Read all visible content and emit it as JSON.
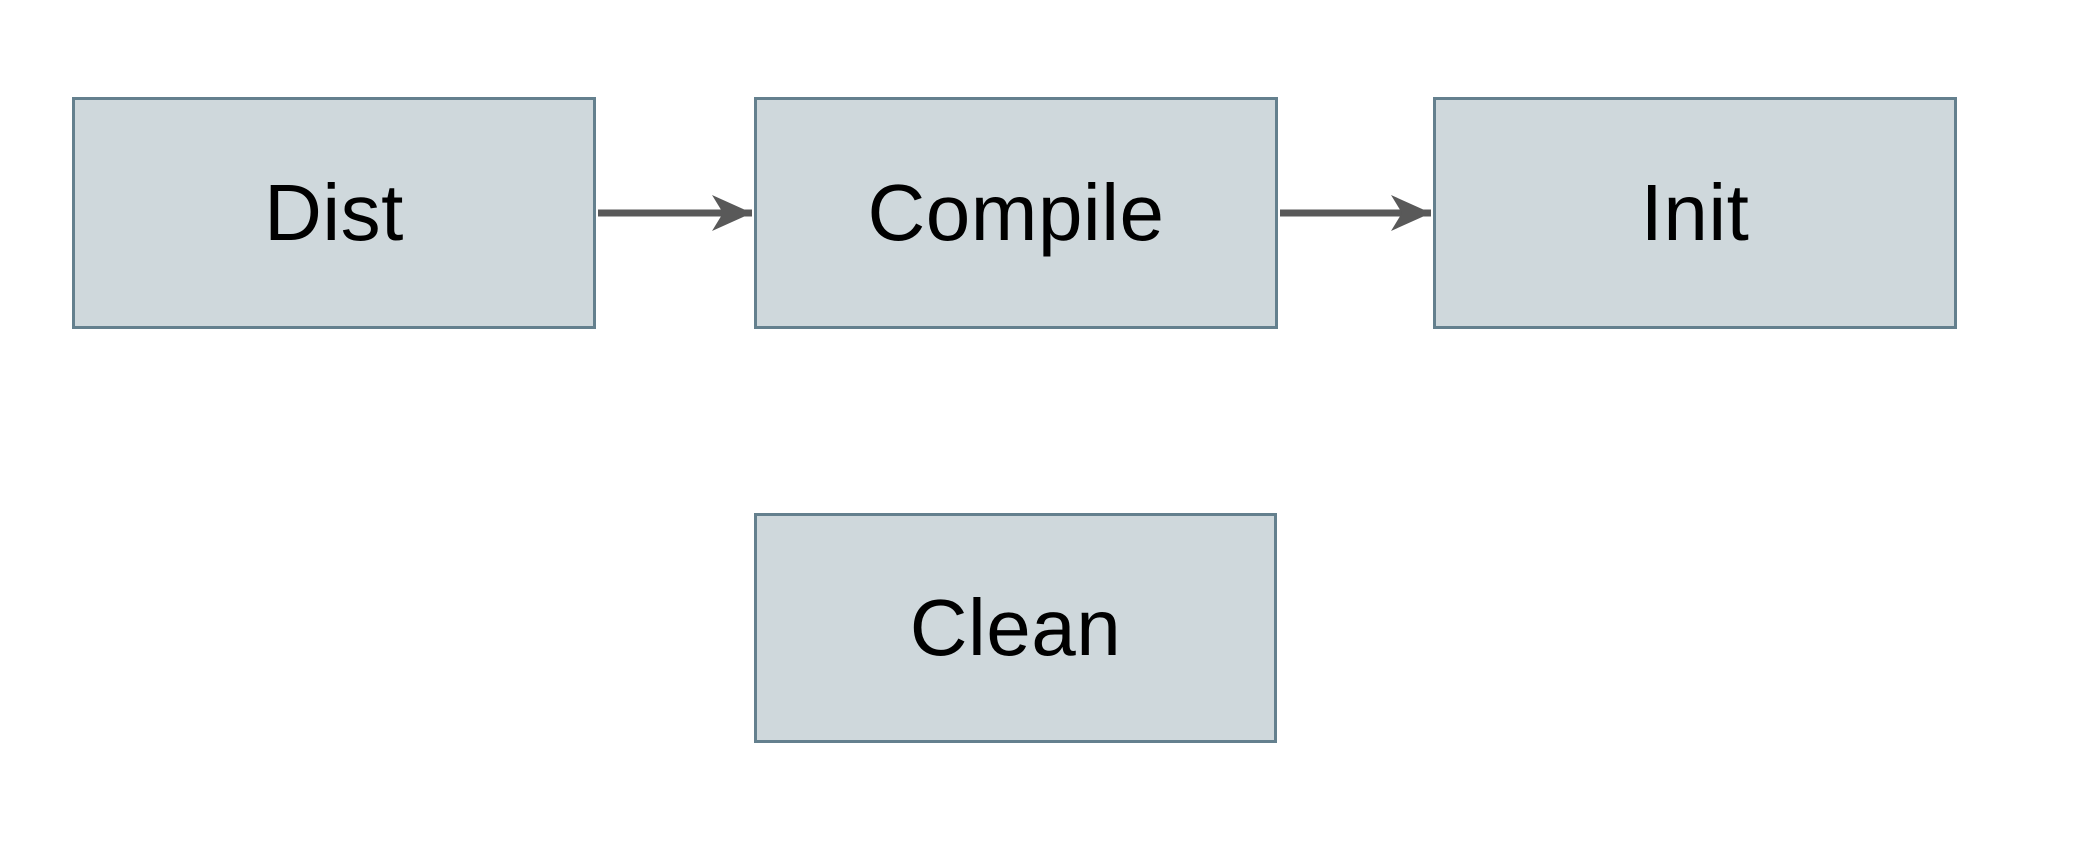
{
  "diagram": {
    "title": "",
    "nodes": {
      "dist": {
        "label": "Dist"
      },
      "compile": {
        "label": "Compile"
      },
      "init": {
        "label": "Init"
      },
      "clean": {
        "label": "Clean"
      }
    },
    "edges": [
      {
        "from": "Dist",
        "to": "Compile",
        "style": "solid-arrow"
      },
      {
        "from": "Compile",
        "to": "Init",
        "style": "solid-arrow"
      }
    ],
    "colors": {
      "background": "#ffffff",
      "node_fill": "#cfd8dc",
      "node_border": "#64808e",
      "arrow": "#595959",
      "text": "#000000"
    }
  }
}
